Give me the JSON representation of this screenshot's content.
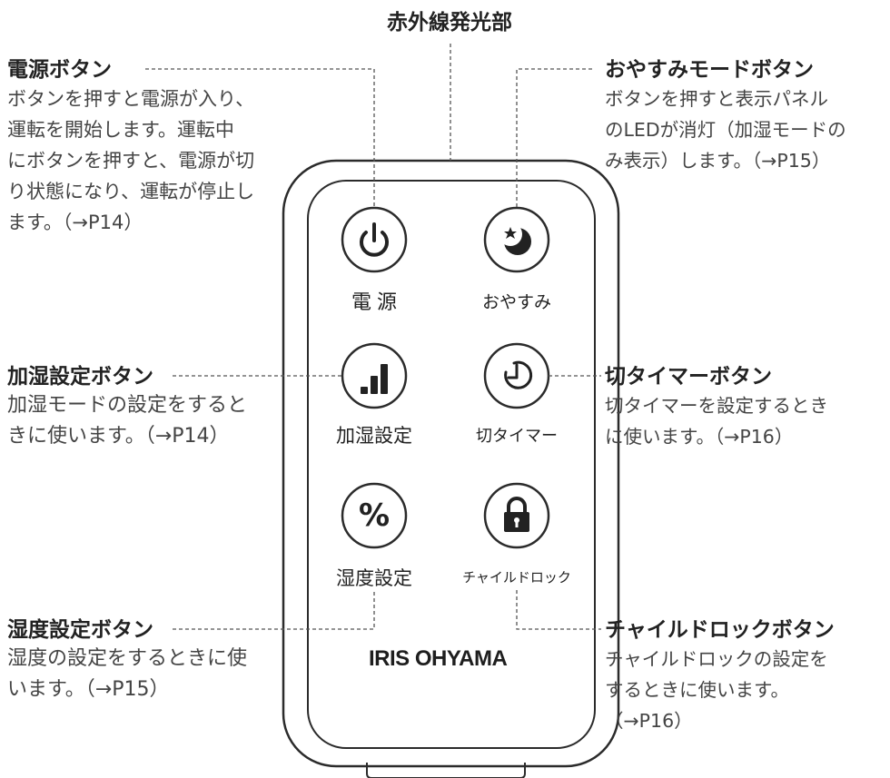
{
  "ir_emitter_label": "赤外線発光部",
  "brand": "IRIS OHYAMA",
  "buttons": {
    "power": {
      "label": "電源",
      "icon": "power-icon"
    },
    "sleep": {
      "label": "おやすみ",
      "icon": "moon-star-icon"
    },
    "humidify": {
      "label": "加湿設定",
      "icon": "signal-bars-icon"
    },
    "timer": {
      "label": "切タイマー",
      "icon": "timer-icon"
    },
    "humidity": {
      "label": "湿度設定",
      "icon": "percent-icon",
      "symbol": "%"
    },
    "child_lock": {
      "label": "チャイルドロック",
      "icon": "lock-icon"
    }
  },
  "annotations": {
    "power": {
      "title": "電源ボタン",
      "desc": "ボタンを押すと電源が入り、\n運転を開始します。運転中\nにボタンを押すと、電源が切\nり状態になり、運転が停止し\nます。（→P14）"
    },
    "sleep": {
      "title": "おやすみモードボタン",
      "desc": "ボタンを押すと表示パネル\nのLEDが消灯（加湿モードの\nみ表示）します。（→P15）"
    },
    "humidify": {
      "title": "加湿設定ボタン",
      "desc": "加湿モードの設定をすると\nきに使います。（→P14）"
    },
    "timer": {
      "title": "切タイマーボタン",
      "desc": "切タイマーを設定するとき\nに使います。（→P16）"
    },
    "humidity": {
      "title": "湿度設定ボタン",
      "desc": "湿度の設定をするときに使\nいます。（→P15）"
    },
    "child_lock": {
      "title": "チャイルドロックボタン",
      "desc": "チャイルドロックの設定を\nするときに使います。\n（→P16）"
    }
  },
  "colors": {
    "outline": "#2b2b2b",
    "leader": "#555555",
    "text": "#2a2a2a"
  }
}
